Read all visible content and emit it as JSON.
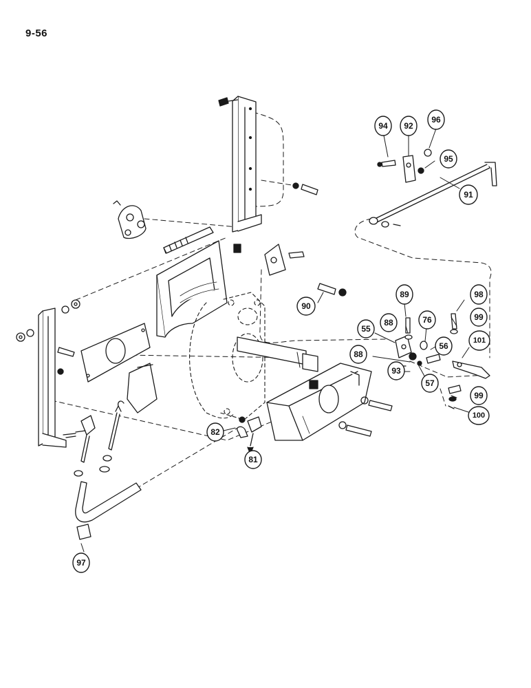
{
  "page_number": "9-56",
  "callouts": [
    {
      "id": "94",
      "label": "94"
    },
    {
      "id": "92",
      "label": "92"
    },
    {
      "id": "96",
      "label": "96"
    },
    {
      "id": "95",
      "label": "95"
    },
    {
      "id": "91",
      "label": "91"
    },
    {
      "id": "90",
      "label": "90"
    },
    {
      "id": "89",
      "label": "89"
    },
    {
      "id": "98",
      "label": "98"
    },
    {
      "id": "88a",
      "label": "88"
    },
    {
      "id": "76",
      "label": "76"
    },
    {
      "id": "99a",
      "label": "99"
    },
    {
      "id": "55",
      "label": "55"
    },
    {
      "id": "56",
      "label": "56"
    },
    {
      "id": "101",
      "label": "101"
    },
    {
      "id": "88b",
      "label": "88"
    },
    {
      "id": "93",
      "label": "93"
    },
    {
      "id": "57",
      "label": "57"
    },
    {
      "id": "99b",
      "label": "99"
    },
    {
      "id": "100",
      "label": "100"
    },
    {
      "id": "82",
      "label": "82"
    },
    {
      "id": "81",
      "label": "81"
    },
    {
      "id": "97",
      "label": "97"
    }
  ]
}
